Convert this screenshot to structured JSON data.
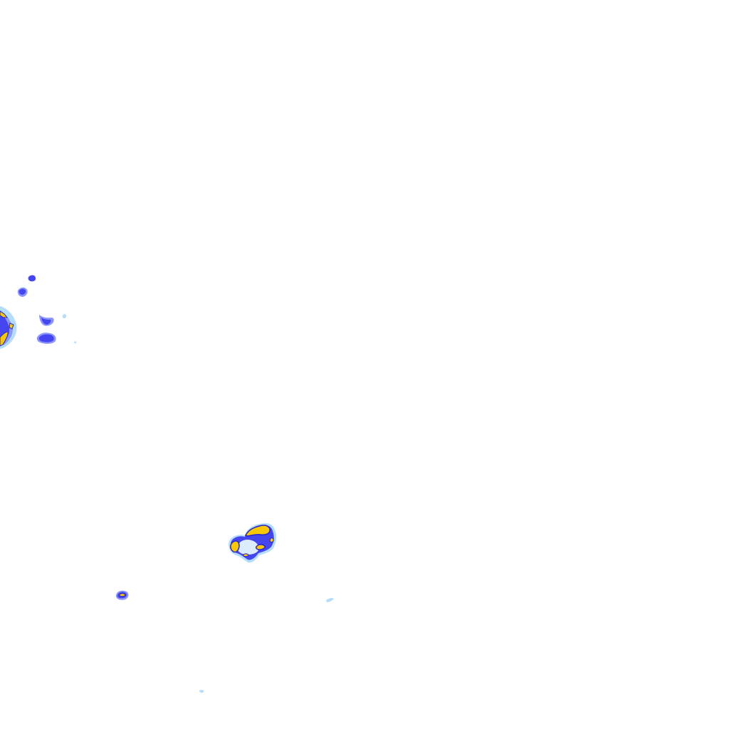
{
  "overlay": {
    "kind": "radar-reflectivity-tile",
    "background": "#ffffff",
    "colors": {
      "light": "#b4dcfc",
      "mid_light": "#8c96fa",
      "moderate": "#4646f0",
      "heavy": "#fac800",
      "edge": "#2828c8"
    }
  },
  "echo_cells": [
    {
      "name": "echo-cell-west-edge",
      "intensity": "heavy"
    },
    {
      "name": "echo-cell-west-small-1",
      "intensity": "moderate"
    },
    {
      "name": "echo-cell-west-small-2",
      "intensity": "moderate"
    },
    {
      "name": "echo-cell-west-small-3",
      "intensity": "moderate"
    },
    {
      "name": "echo-cell-west-small-4",
      "intensity": "moderate"
    },
    {
      "name": "echo-cell-central-south",
      "intensity": "heavy"
    },
    {
      "name": "echo-cell-south-west",
      "intensity": "heavy"
    },
    {
      "name": "echo-speck-south-east",
      "intensity": "light"
    },
    {
      "name": "echo-speck-far-south",
      "intensity": "light"
    },
    {
      "name": "echo-speck-west-faint-1",
      "intensity": "light"
    },
    {
      "name": "echo-speck-west-faint-2",
      "intensity": "light"
    }
  ]
}
